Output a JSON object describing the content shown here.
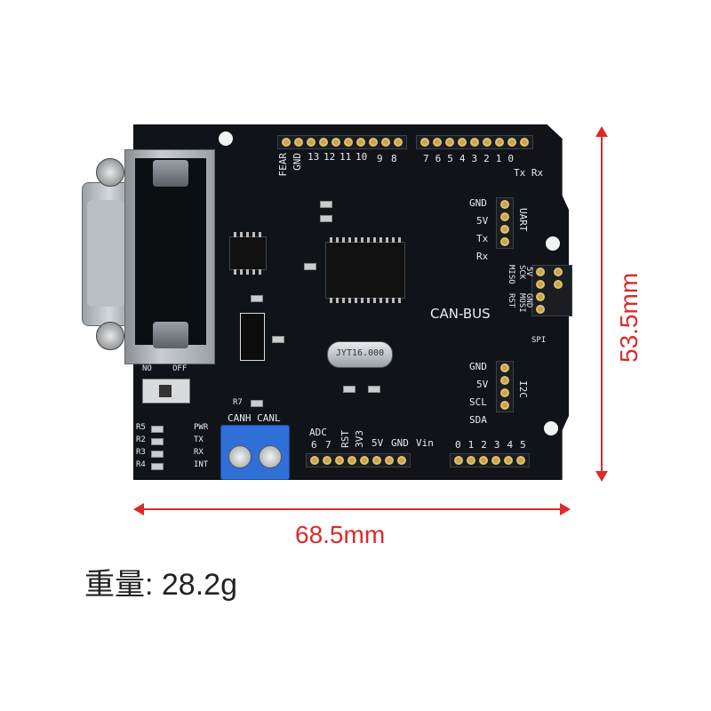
{
  "board": {
    "title": "CAN-BUS",
    "top_header_left_labels": [
      "FEAR",
      "GND",
      "13",
      "12",
      "11",
      "10",
      "9",
      "8"
    ],
    "top_header_right_labels": [
      "7",
      "6",
      "5",
      "4",
      "3",
      "2",
      "1",
      "0"
    ],
    "tx_rx": "Tx Rx",
    "uart_labels": [
      "GND",
      "5V",
      "Tx",
      "Rx"
    ],
    "uart_title": "UART",
    "spi_label": "SPI",
    "spi_pins": [
      "MISO",
      "SCK",
      "RST",
      "5V",
      "MOSI",
      "GND"
    ],
    "i2c_labels": [
      "GND",
      "5V",
      "SCL",
      "SDA"
    ],
    "i2c_title": "I2C",
    "bottom_left_labels": [
      "ADC",
      "6",
      "7",
      "RST",
      "3V3",
      "5V",
      "GND",
      "Vin"
    ],
    "bottom_right_labels": [
      "0",
      "1",
      "2",
      "3",
      "4",
      "5"
    ],
    "switch_labels": [
      "NO",
      "OFF"
    ],
    "led_labels": [
      "PWR",
      "TX",
      "RX",
      "INT"
    ],
    "resistor_labels": [
      "R5",
      "R2",
      "R3",
      "R4"
    ],
    "can_labels": "CANH CANL",
    "crystal_text": "JYT16.000",
    "r7": "R7"
  },
  "dimensions": {
    "width": "68.5mm",
    "height": "53.5mm"
  },
  "weight": "重量: 28.2g",
  "colors": {
    "pcb": "#101418",
    "dimension": "#d92b2b",
    "terminal": "#2f6fd8",
    "pin_gold": "#c9a44b"
  }
}
